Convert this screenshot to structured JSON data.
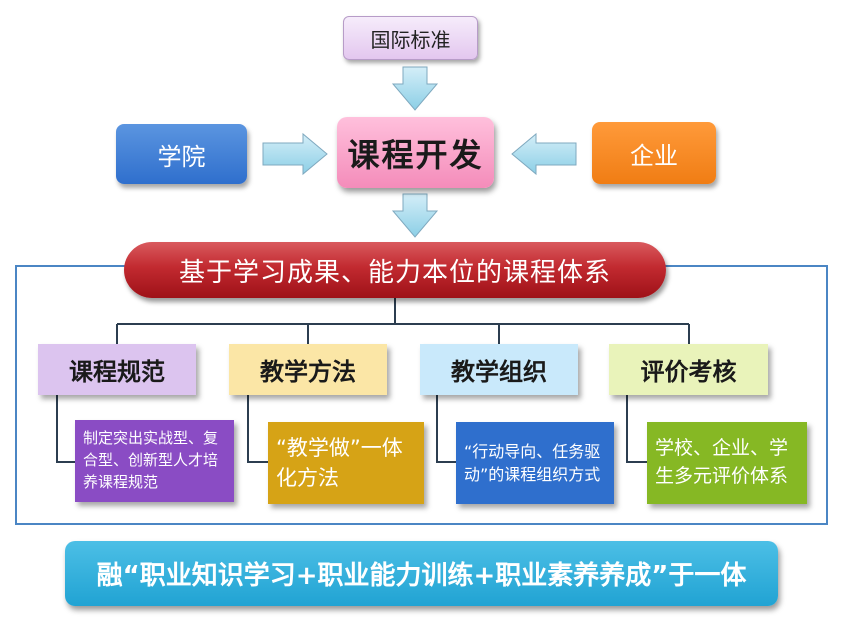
{
  "top_box": "国际标准",
  "left_box": "学院",
  "center_box": "课程开发",
  "right_box": "企业",
  "banner": "基于学习成果、能力本位的课程体系",
  "categories": [
    {
      "title": "课程规范",
      "desc": "制定突出实战型、复合型、创新型人才培养课程规范"
    },
    {
      "title": "教学方法",
      "desc": "“教学做”一体化方法"
    },
    {
      "title": "教学组织",
      "desc": "“行动导向、任务驱动”的课程组织方式"
    },
    {
      "title": "评价考核",
      "desc": "学校、企业、学生多元评价体系"
    }
  ],
  "bottom_banner": "融“职业知识学习+职业能力训练+职业素养养成”于一体",
  "colors": {
    "arrow_fill": "#a6dbee",
    "banner_red": "#c22a30",
    "frame_blue": "#4b86c4",
    "college_blue": "#2f6fcd",
    "enterprise_orange": "#f07d14",
    "course_pink": "#f48cba",
    "bottom_cyan": "#21a3d3"
  }
}
